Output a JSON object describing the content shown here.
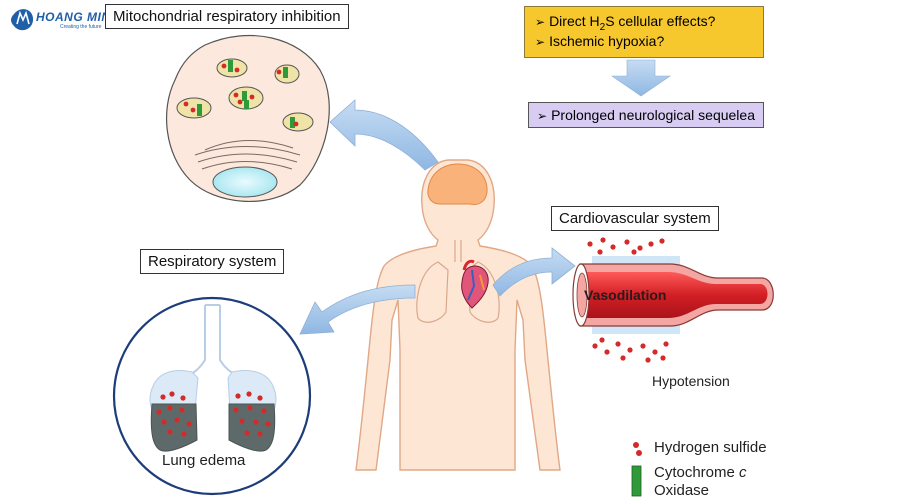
{
  "logo": {
    "brand": "HOANG MINH",
    "tagline": "Creating the future"
  },
  "labels": {
    "mitochondrial": "Mitochondrial respiratory inhibition",
    "cardiovascular": "Cardiovascular system",
    "respiratory": "Respiratory system",
    "vasodilation": "Vasodilation",
    "hypotension": "Hypotension",
    "lung_edema": "Lung edema"
  },
  "effects_box": {
    "line1_prefix": "Direct H",
    "line1_subscript": "2",
    "line1_suffix": "S cellular effects?",
    "line2": "Ischemic hypoxia?",
    "bullet": "➢"
  },
  "sequelae_box": {
    "text": "Prolonged neurological sequelea",
    "bullet": "➢"
  },
  "legend": {
    "hydrogen_sulfide": "Hydrogen sulfide",
    "cytochrome_line1": "Cytochrome ",
    "cytochrome_c": "c",
    "cytochrome_line2": "Oxidase"
  },
  "colors": {
    "h2s_dot": "#d42a2a",
    "cytochrome": "#2f9a3a",
    "yellow_box": "#f7c72e",
    "purple_box": "#d9ccf3",
    "arrow": "#a9cbee",
    "body_fill": "#fde6d4",
    "body_stroke": "#e0a886",
    "vessel": "#d8262c",
    "lung_circle_border": "#1c3c7a",
    "lung_edema": "#5e6a6a"
  }
}
